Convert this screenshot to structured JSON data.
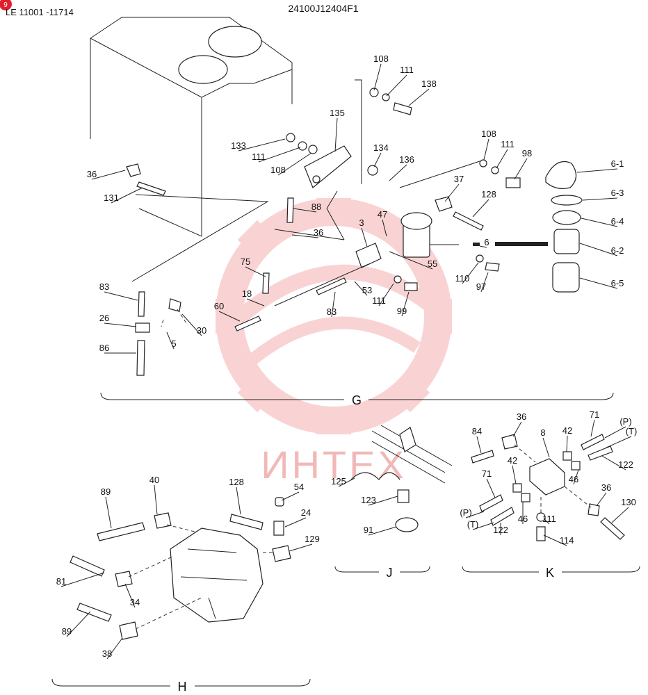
{
  "header": {
    "title": "24100J12404F1",
    "serial_range": "LE 11001 -11714",
    "badge_glyph": "9",
    "accent_color": "#e0202a"
  },
  "watermark": {
    "text": "ИНТЕХ",
    "color": "#f2b8b8"
  },
  "sections": [
    {
      "letter": "G"
    },
    {
      "letter": "H"
    },
    {
      "letter": "J"
    },
    {
      "letter": "K"
    }
  ],
  "callouts": [
    "108",
    "111",
    "138",
    "135",
    "133",
    "111",
    "108",
    "134",
    "136",
    "108",
    "111",
    "98",
    "6-1",
    "6-3",
    "6-4",
    "6-2",
    "6-5",
    "36",
    "131",
    "88",
    "36",
    "37",
    "128",
    "47",
    "3",
    "55",
    "6",
    "110",
    "97",
    "75",
    "18",
    "53",
    "111",
    "99",
    "60",
    "83",
    "83",
    "26",
    "5",
    "30",
    "86",
    "89",
    "40",
    "128",
    "54",
    "24",
    "129",
    "81",
    "34",
    "89",
    "38",
    "125",
    "123",
    "91",
    "84",
    "36",
    "8",
    "42",
    "71",
    "(P)",
    "(T)",
    "122",
    "42",
    "46",
    "71",
    "(P)",
    "(T)",
    "46",
    "122",
    "111",
    "114",
    "36",
    "130"
  ]
}
